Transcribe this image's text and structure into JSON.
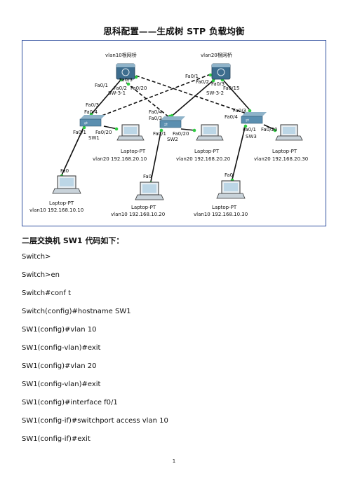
{
  "document": {
    "title": "思科配置——生成树 STP 负载均衡",
    "section_heading": "二层交换机 SW1 代码如下：",
    "code_lines": [
      "Switch>",
      "Switch>en",
      "Switch#conf t",
      "Switch(config)#hostname SW1",
      "SW1(config)#vlan 10",
      "SW1(config-vlan)#exit",
      "SW1(config)#vlan 20",
      "SW1(config-vlan)#exit",
      "SW1(config)#interface f0/1",
      "SW1(config-if)#switchport access vlan 10",
      "SW1(config-if)#exit"
    ],
    "page_number": "1"
  },
  "diagram": {
    "root_label_left": "vlan10根网桥",
    "root_label_right": "vlan20根网桥",
    "core_switches": [
      {
        "name": "SW-3-1",
        "ports": [
          "Fa0/1",
          "Fa0/2",
          "Fa0/3",
          "Fa0/20"
        ]
      },
      {
        "name": "SW-3-2",
        "ports": [
          "Fa0/1",
          "Fa0/2",
          "Fa0/3",
          "Fa0/15"
        ]
      }
    ],
    "access_switches": [
      {
        "name": "SW1",
        "ports": [
          "Fa0/3",
          "Fa0/4",
          "Fa0/1",
          "Fa0/20"
        ]
      },
      {
        "name": "SW2",
        "ports": [
          "Fa0/3",
          "Fa0/4",
          "Fa0/1",
          "Fa0/20"
        ]
      },
      {
        "name": "SW3",
        "ports": [
          "Fa0/3",
          "Fa0/4",
          "Fa0/1",
          "Fa0/20"
        ]
      }
    ],
    "laptops_vlan20": [
      {
        "type": "Laptop-PT",
        "ip": "vlan20 192.168.20.10"
      },
      {
        "type": "Laptop-PT",
        "ip": "vlan20 192.168.20.20"
      },
      {
        "type": "Laptop-PT",
        "ip": "vlan20 192.168.20.30"
      }
    ],
    "laptops_vlan10": [
      {
        "type": "Laptop-PT",
        "port": "Fa0",
        "ip": "vlan10 192.168.10.10"
      },
      {
        "type": "Laptop-PT",
        "port": "Fa0",
        "ip": "vlan10 192.168.10.20"
      },
      {
        "type": "Laptop-PT",
        "port": "Fa0",
        "ip": "vlan10 192.168.10.30"
      }
    ],
    "colors": {
      "frame": "#2f4f9e",
      "link_end": "#2ecc40",
      "switch": "#5b8fb0",
      "core": "#3d6d8e"
    }
  }
}
